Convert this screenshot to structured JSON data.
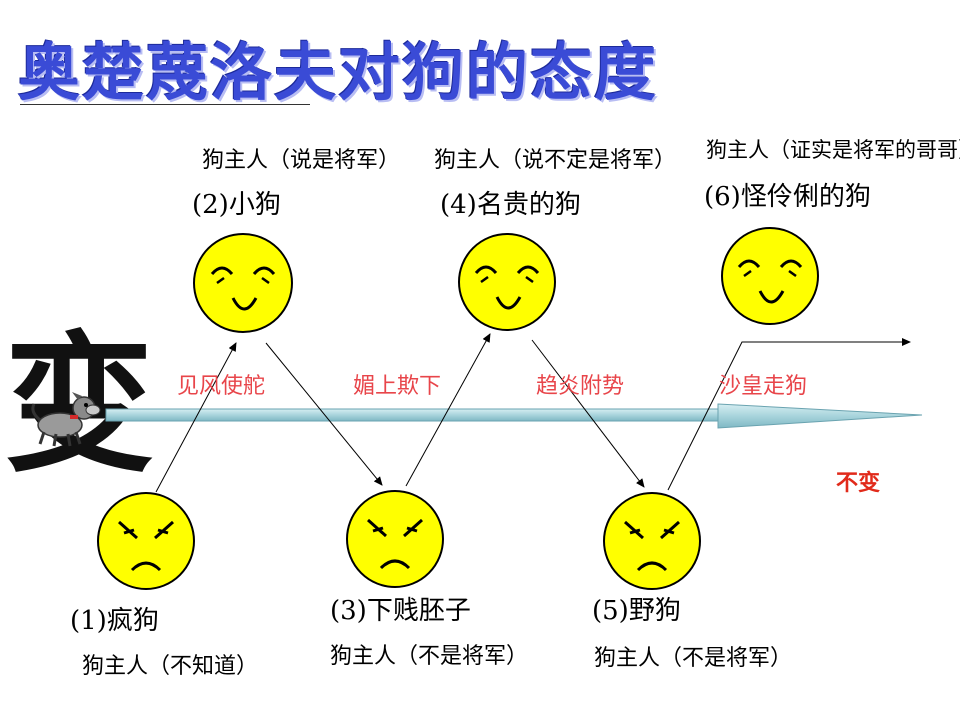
{
  "title": "奥楚蔑洛夫对狗的态度",
  "stages": [
    {
      "num": "(1)",
      "dog": "疯狗",
      "owner": "狗主人（不知道）",
      "mood": "angry"
    },
    {
      "num": "(2)",
      "dog": "小狗",
      "owner": "狗主人（说是将军）",
      "mood": "happy"
    },
    {
      "num": "(3)",
      "dog": "下贱胚子",
      "owner": "狗主人（不是将军）",
      "mood": "angry"
    },
    {
      "num": "(4)",
      "dog": "名贵的狗",
      "owner": "狗主人（说不定是将军）",
      "mood": "happy"
    },
    {
      "num": "(5)",
      "dog": "野狗",
      "owner": "狗主人（不是将军）",
      "mood": "angry"
    },
    {
      "num": "(6)",
      "dog": "怪伶俐的狗",
      "owner": "狗主人（证实是将军的哥哥）",
      "mood": "happy"
    }
  ],
  "phrases": [
    "见风使舵",
    "媚上欺下",
    "趋炎附势",
    "沙皇走狗"
  ],
  "change_label": "变",
  "unchanged_label": "不变",
  "colors": {
    "title": "#3a4bd6",
    "face_fill": "#ffff00",
    "phrase": "#e8454a",
    "unchanged": "#e12a1a",
    "arrow_bar": "#a8d4dc"
  }
}
